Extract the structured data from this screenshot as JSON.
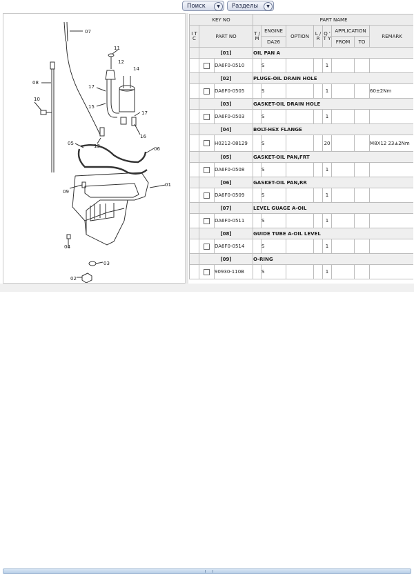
{
  "toolbar": {
    "search_label": "Поиск",
    "sections_label": "Разделы",
    "arrow": "▼"
  },
  "diagram": {
    "callouts": [
      "01",
      "02",
      "03",
      "04",
      "05",
      "06",
      "07",
      "08",
      "09",
      "10",
      "11",
      "12",
      "13",
      "14",
      "15",
      "16",
      "17",
      "17"
    ]
  },
  "table": {
    "headers": {
      "key_no": "KEY NO",
      "part_name": "PART NAME",
      "itc": "I T C",
      "part_no": "PART NO",
      "tm": "T / M",
      "engine": "ENGINE",
      "da26": "DA26",
      "option": "OPTION",
      "lr": "L / R",
      "qty": "Q ' T Y",
      "application": "APPLICATION",
      "from": "FROM",
      "to": "TO",
      "remark": "REMARK"
    },
    "groups": [
      {
        "key": "[01]",
        "name": "OIL PAN A",
        "part_no": "DA6F0-0510",
        "engine": "S",
        "qty": "1",
        "remark": ""
      },
      {
        "key": "[02]",
        "name": "PLUGE-OIL DRAIN HOLE",
        "part_no": "DA6F0-0505",
        "engine": "S",
        "qty": "1",
        "remark": "60±2Nm"
      },
      {
        "key": "[03]",
        "name": "GASKET-OIL DRAIN HOLE",
        "part_no": "DA6F0-0503",
        "engine": "S",
        "qty": "1",
        "remark": ""
      },
      {
        "key": "[04]",
        "name": "BOLT-HEX FLANGE",
        "part_no": "H0212-08129",
        "engine": "S",
        "qty": "20",
        "remark": "M8X12 23±2Nm"
      },
      {
        "key": "[05]",
        "name": "GASKET-OIL PAN,FRT",
        "part_no": "DA6F0-0508",
        "engine": "S",
        "qty": "1",
        "remark": ""
      },
      {
        "key": "[06]",
        "name": "GASKET-OIL PAN,RR",
        "part_no": "DA6F0-0509",
        "engine": "S",
        "qty": "1",
        "remark": ""
      },
      {
        "key": "[07]",
        "name": "LEVEL GUAGE A-OIL",
        "part_no": "DA6F0-0511",
        "engine": "S",
        "qty": "1",
        "remark": ""
      },
      {
        "key": "[08]",
        "name": "GUIDE TUBE A-OIL LEVEL",
        "part_no": "DA6F0-0514",
        "engine": "S",
        "qty": "1",
        "remark": ""
      },
      {
        "key": "[09]",
        "name": "O-RING",
        "part_no": "90930-110B",
        "engine": "S",
        "qty": "1",
        "remark": ""
      }
    ]
  }
}
